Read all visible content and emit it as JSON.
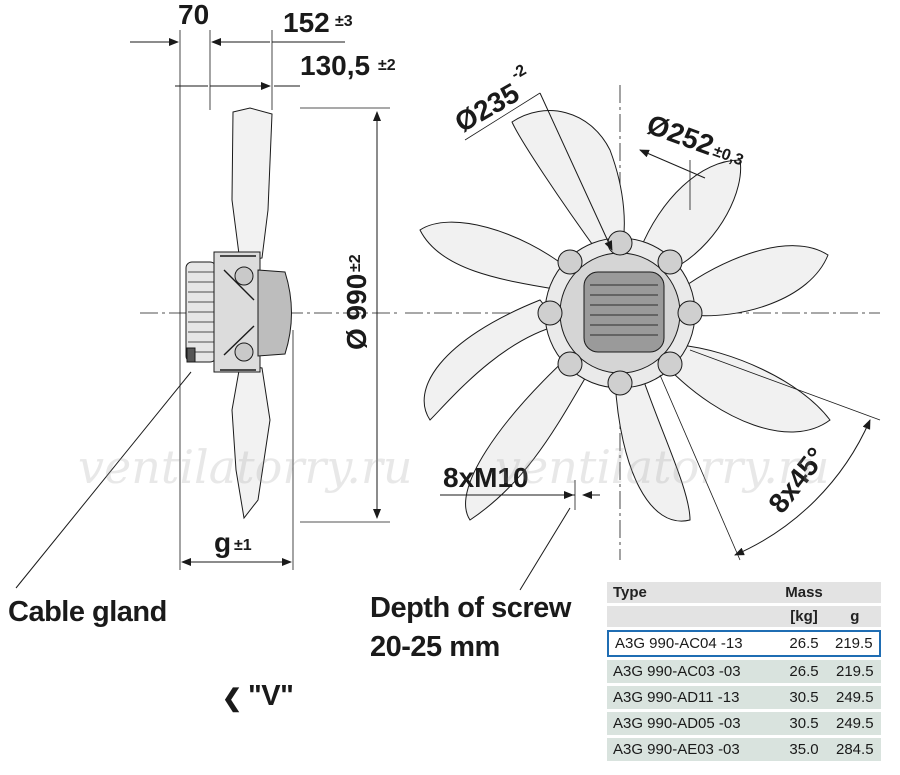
{
  "dimensions": {
    "d70": "70",
    "d152": "152",
    "d152_tol": "±3",
    "d130": "130,5",
    "d130_tol": "±2",
    "d990": "Ø 990",
    "d990_tol": "±2",
    "g": "g",
    "g_tol": "±1",
    "d235": "Ø235",
    "d235_tol": "-2",
    "d252": "Ø252",
    "d252_tol": "±0,3",
    "m10": "8xM10",
    "angle": "8x45°"
  },
  "labels": {
    "cable_gland": "Cable gland",
    "depth_line1": "Depth of screw",
    "depth_line2": "20-25 mm",
    "view_arrow": "❮",
    "view": "\"V\""
  },
  "watermark": "ventilatorry.ru",
  "table": {
    "headers": {
      "type": "Type",
      "mass": "Mass",
      "mass_unit": "[kg]",
      "g": "g"
    },
    "rows": [
      {
        "type": "A3G 990-AC04 -13",
        "mass": "26.5",
        "g": "219.5"
      },
      {
        "type": "A3G 990-AC03 -03",
        "mass": "26.5",
        "g": "219.5"
      },
      {
        "type": "A3G 990-AD11 -13",
        "mass": "30.5",
        "g": "249.5"
      },
      {
        "type": "A3G 990-AD05 -03",
        "mass": "30.5",
        "g": "249.5"
      },
      {
        "type": "A3G 990-AE03 -03",
        "mass": "35.0",
        "g": "284.5"
      }
    ],
    "selected_color": "#1f6db3",
    "row_color": "#d9e3de"
  }
}
